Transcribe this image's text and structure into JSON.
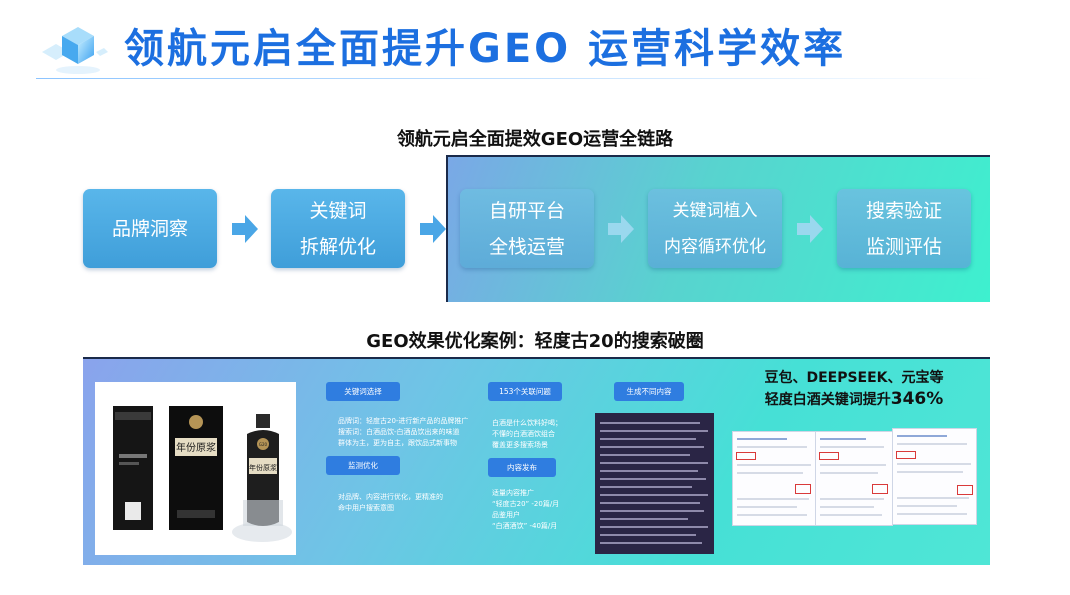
{
  "header": {
    "title": "领航元启全面提升GEO 运营科学效率",
    "logo_icon": "cube-icon",
    "accent_color": "#1c6fe0"
  },
  "section1": {
    "title": "领航元启全面提效GEO运营全链路",
    "steps": [
      {
        "line1": "品牌洞察",
        "line2": ""
      },
      {
        "line1": "关键词",
        "line2": "拆解优化"
      },
      {
        "line1": "自研平台",
        "line2": "全栈运营"
      },
      {
        "line1": "关键词植入",
        "line2": "内容循环优化"
      },
      {
        "line1": "搜索验证",
        "line2": "监测评估"
      }
    ]
  },
  "section2": {
    "title": "GEO效果优化案例：轻度古20的搜索破圈",
    "tags": {
      "keyword_select": "关键词选择",
      "monitor": "监测优化",
      "related_questions": "153个关联问题",
      "content_publish": "内容发布",
      "generate": "生成不同内容"
    },
    "texts": {
      "keyword_select": [
        "品牌词：轻度古20-进行新产品的品牌推广",
        "搜索词：白酒品饮-白酒品饮出来的味道",
        "群体为主，更为自主，跟饮品式新事物"
      ],
      "monitor": [
        "对品牌、内容进行优化，更精准的",
        "命中用户搜索意图"
      ],
      "related_questions": [
        "白酒是什么饮料好喝；",
        "不懂的白酒酒饮组合",
        "覆盖更多搜索场景"
      ],
      "content_publish": [
        "适量内容推广",
        "“轻度古20” -20篇/月",
        "品鉴用户",
        "“白酒酒饮” -40篇/月"
      ]
    },
    "product": {
      "box_brand": "年份原浆",
      "bottle_label": "年份原浆",
      "badge": "G20"
    },
    "right_caption": {
      "line1": "豆包、DEEPSEEK、元宝等",
      "line2_prefix": "轻度白酒关键词提升",
      "line2_pct": "346%"
    }
  }
}
